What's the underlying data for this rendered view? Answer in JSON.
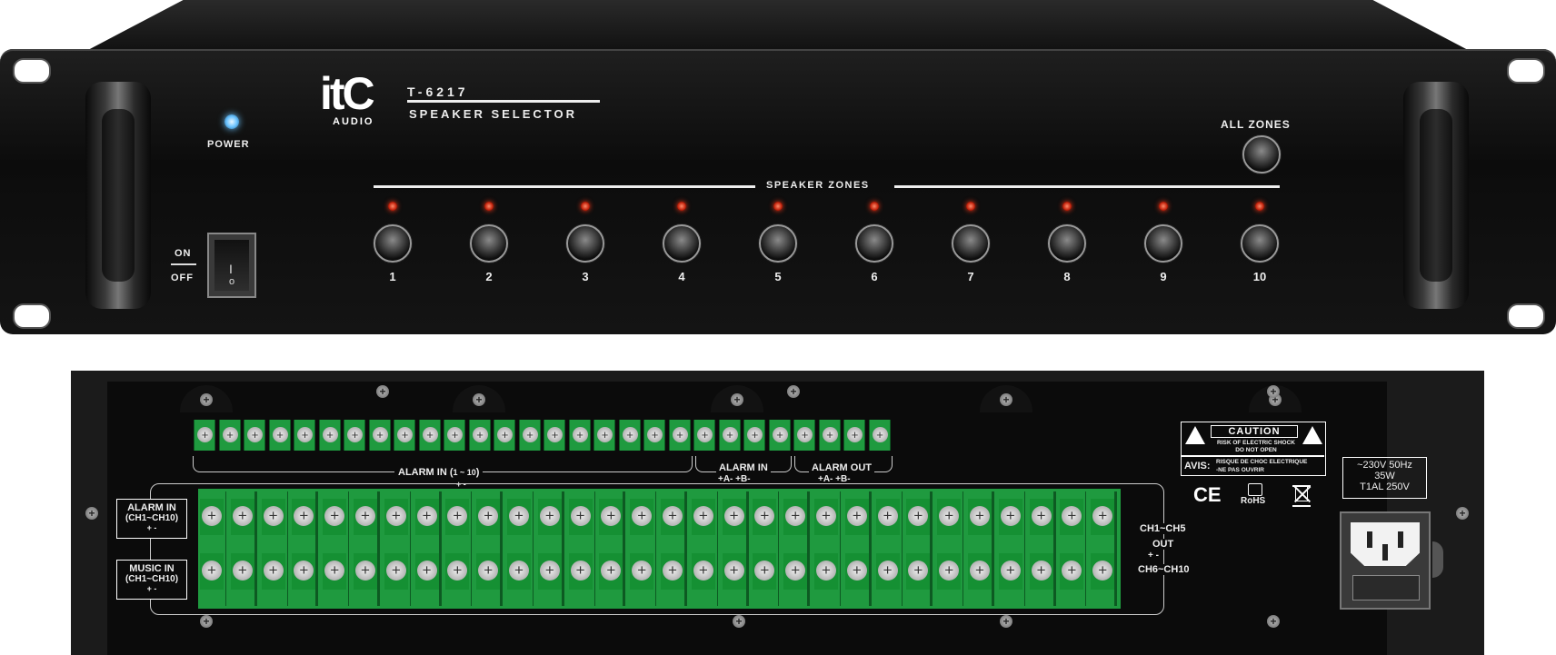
{
  "front": {
    "brand_main": "itC",
    "brand_sub": "AUDIO",
    "model": "T-6217",
    "product": "SPEAKER SELECTOR",
    "power_label": "POWER",
    "switch_on": "ON",
    "switch_off": "OFF",
    "switch_on_glyph": "I",
    "switch_off_glyph": "o",
    "zones_label": "SPEAKER ZONES",
    "all_zones_label": "ALL ZONES",
    "zones": [
      "1",
      "2",
      "3",
      "4",
      "5",
      "6",
      "7",
      "8",
      "9",
      "10"
    ]
  },
  "rear": {
    "alarm_in_range": "ALARM IN",
    "alarm_in_range_paren": "1 ~ 10",
    "alarm_in_range_pol": "+        -",
    "alarm_in_ab": "ALARM IN",
    "alarm_in_ab_pol": "+A-   +B-",
    "alarm_out_ab": "ALARM OUT",
    "alarm_out_ab_pol": "+A-   +B-",
    "box_alarm_in": "ALARM IN",
    "box_alarm_in_sub": "(CH1~CH10)",
    "box_music_in": "MUSIC IN",
    "box_music_in_sub": "(CH1~CH10)",
    "box_pol": "+    -",
    "out_ch1_5": "CH1~CH5",
    "out_label": "OUT",
    "out_pol": "+      -",
    "out_ch6_10": "CH6~CH10",
    "caution_title": "CAUTION",
    "caution_line1": "RISK OF ELECTRIC SHOCK",
    "caution_line2": "DO NOT OPEN",
    "avis": "AVIS:",
    "avis_line1": "RISQUE DE CHOC ELECTRIQUE",
    "avis_line2": "-NE PAS OUVRIR",
    "ce": "CE",
    "rohs": "RoHS",
    "power_spec_1": "~230V  50Hz",
    "power_spec_2": "35W",
    "power_spec_3": "T1AL  250V"
  }
}
